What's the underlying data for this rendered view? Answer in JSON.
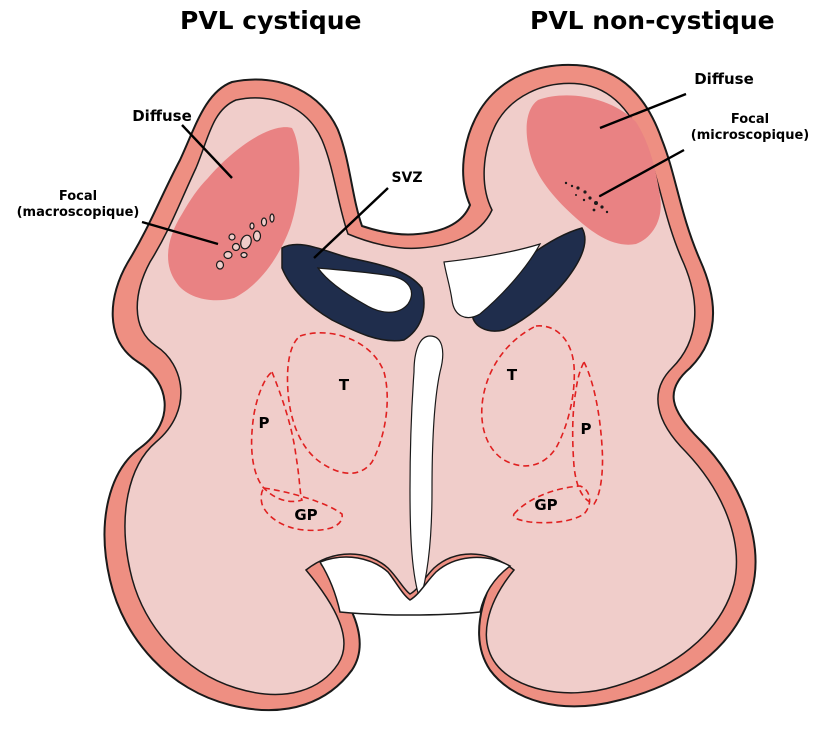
{
  "titles": {
    "left": "PVL cystique",
    "right": "PVL non-cystique"
  },
  "labels": {
    "diffuse_left": "Diffuse",
    "focal_left_line1": "Focal",
    "focal_left_line2": "(macroscopique)",
    "svz": "SVZ",
    "diffuse_right": "Diffuse",
    "focal_right_line1": "Focal",
    "focal_right_line2": "(microscopique)",
    "t_left": "T",
    "p_left": "P",
    "gp_left": "GP",
    "t_right": "T",
    "p_right": "P",
    "gp_right": "GP"
  },
  "colors": {
    "cortex": "#ee8f82",
    "white_matter": "#f0cdca",
    "lesion": "#e98283",
    "svz": "#1f2d4c",
    "nuclei_outline": "#e02020",
    "outline": "#1a1a1a"
  }
}
